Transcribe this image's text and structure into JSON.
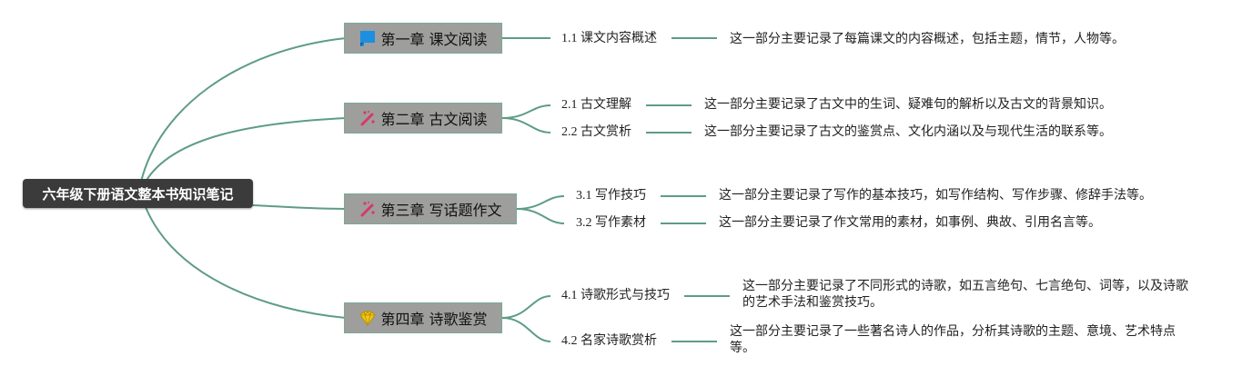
{
  "root": {
    "label": "六年级下册语文整本书知识笔记"
  },
  "chapters": [
    {
      "label": "第一章 课文阅读",
      "icon": "blue-flag-icon",
      "topics": [
        {
          "label": "1.1 课文内容概述",
          "note": "这一部分主要记录了每篇课文的内容概述，包括主题，情节，人物等。"
        }
      ]
    },
    {
      "label": "第二章 古文阅读",
      "icon": "magic-wand-icon",
      "topics": [
        {
          "label": "2.1 古文理解",
          "note": "这一部分主要记录了古文中的生词、疑难句的解析以及古文的背景知识。"
        },
        {
          "label": "2.2 古文赏析",
          "note": "这一部分主要记录了古文的鉴赏点、文化内涵以及与现代生活的联系等。"
        }
      ]
    },
    {
      "label": "第三章 写话题作文",
      "icon": "magic-wand-icon",
      "topics": [
        {
          "label": "3.1 写作技巧",
          "note": "这一部分主要记录了写作的基本技巧，如写作结构、写作步骤、修辞手法等。"
        },
        {
          "label": "3.2 写作素材",
          "note": "这一部分主要记录了作文常用的素材，如事例、典故、引用名言等。"
        }
      ]
    },
    {
      "label": "第四章 诗歌鉴赏",
      "icon": "diamond-icon",
      "topics": [
        {
          "label": "4.1 诗歌形式与技巧",
          "note": "这一部分主要记录了不同形式的诗歌，如五言绝句、七言绝句、词等，以及诗歌的艺术手法和鉴赏技巧。"
        },
        {
          "label": "4.2 名家诗歌赏析",
          "note": "这一部分主要记录了一些著名诗人的作品，分析其诗歌的主题、意境、艺术特点等。"
        }
      ]
    }
  ],
  "colors": {
    "link": "#5e9c86",
    "root_bg": "#3b3b3b",
    "chapter_bg": "#9e9e9d"
  }
}
